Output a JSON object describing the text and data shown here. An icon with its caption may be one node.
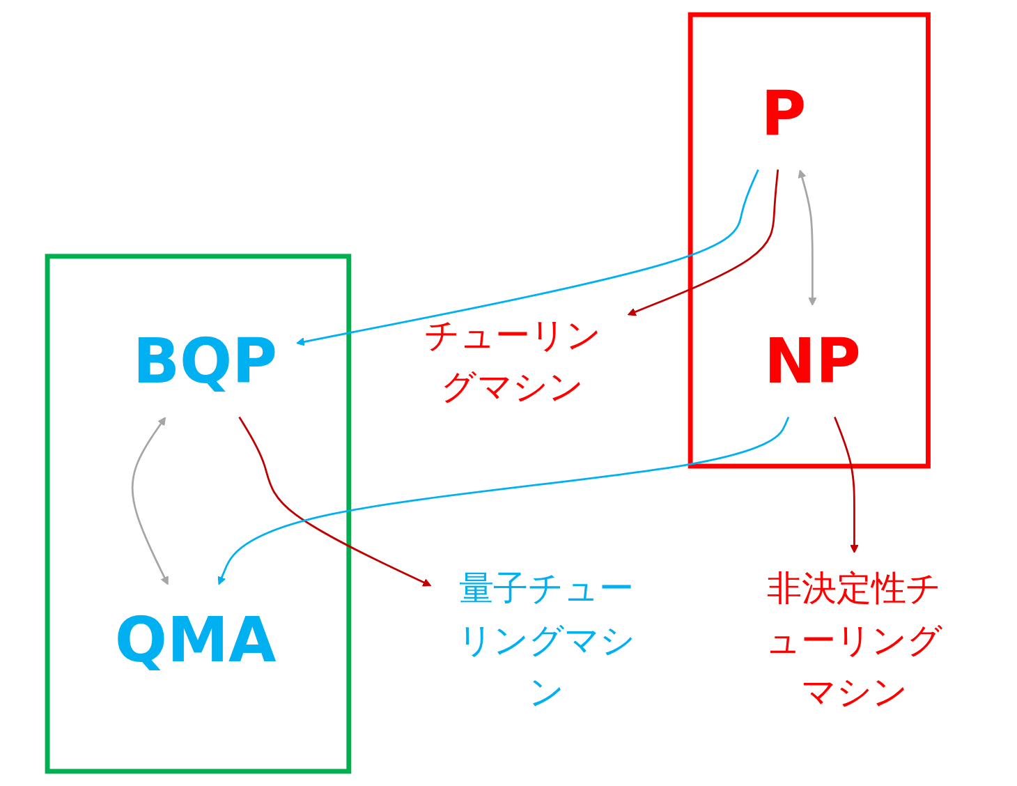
{
  "diagram": {
    "nodes": [
      {
        "text": [],
        "shape": "box"
      },
      {
        "text": [
          "P"
        ],
        "in": 0
      },
      {
        "text": [
          "NP"
        ],
        "in": 0
      },
      {
        "text": [],
        "shape": "box"
      },
      {
        "text": [
          "BQP"
        ],
        "in": 3
      },
      {
        "text": [
          "QMA"
        ],
        "in": 3
      },
      {
        "text": [
          "チューリングマシン"
        ]
      },
      {
        "text": [
          "量子チューリングマシン"
        ]
      },
      {
        "text": [
          "非決定性チューリングマシン"
        ]
      }
    ],
    "edges": [
      {
        "from": 1,
        "to": 6,
        "arrow": "to",
        "color": "#c00000"
      },
      {
        "from": 4,
        "to": 7,
        "arrow": "to",
        "color": "#c00000"
      },
      {
        "from": 1,
        "to": 4,
        "arrow": "to",
        "color": "#00b0f0"
      },
      {
        "from": 1,
        "to": 2,
        "arrow": "both",
        "color": "#a6a6a6"
      },
      {
        "from": 4,
        "to": 5,
        "arrow": "both",
        "color": "#a6a6a6"
      },
      {
        "from": 2,
        "to": 5,
        "arrow": "to",
        "color": "#00b0f0"
      },
      {
        "from": 2,
        "to": 8,
        "arrow": "to",
        "color": "#c00000"
      }
    ]
  }
}
